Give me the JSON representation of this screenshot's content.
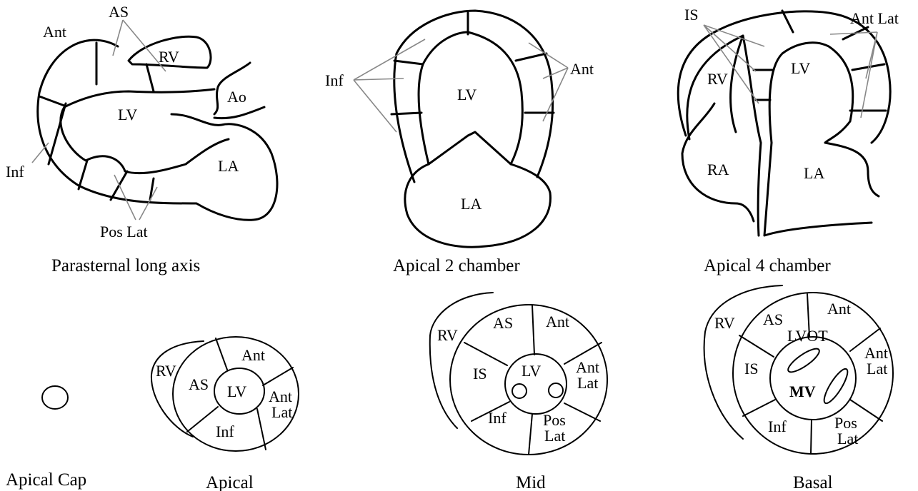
{
  "panels": {
    "plax": {
      "caption": "Parasternal long axis",
      "labels": {
        "ant": "Ant",
        "as": "AS",
        "rv": "RV",
        "ao": "Ao",
        "lv": "LV",
        "la": "LA",
        "inf": "Inf",
        "poslat": "Pos Lat"
      }
    },
    "a2c": {
      "caption": "Apical 2 chamber",
      "labels": {
        "inf": "Inf",
        "ant": "Ant",
        "lv": "LV",
        "la": "LA"
      }
    },
    "a4c": {
      "caption": "Apical 4 chamber",
      "labels": {
        "is": "IS",
        "antlat": "Ant Lat",
        "rv": "RV",
        "lv": "LV",
        "ra": "RA",
        "la": "LA"
      }
    },
    "cap": {
      "caption": "Apical Cap"
    },
    "apical": {
      "caption": "Apical",
      "labels": {
        "rv": "RV",
        "as": "AS",
        "ant": "Ant",
        "lv": "LV",
        "antlat1": "Ant",
        "antlat2": "Lat",
        "inf": "Inf"
      }
    },
    "mid": {
      "caption": "Mid",
      "labels": {
        "rv": "RV",
        "as": "AS",
        "ant": "Ant",
        "is": "IS",
        "lv": "LV",
        "antlat1": "Ant",
        "antlat2": "Lat",
        "inf": "Inf",
        "poslat1": "Pos",
        "poslat2": "Lat"
      }
    },
    "basal": {
      "caption": "Basal",
      "labels": {
        "rv": "RV",
        "as": "AS",
        "ant": "Ant",
        "lvot": "LVOT",
        "is": "IS",
        "antlat1": "Ant",
        "antlat2": "Lat",
        "mv": "MV",
        "inf": "Inf",
        "poslat1": "Pos",
        "poslat2": "Lat"
      }
    }
  }
}
